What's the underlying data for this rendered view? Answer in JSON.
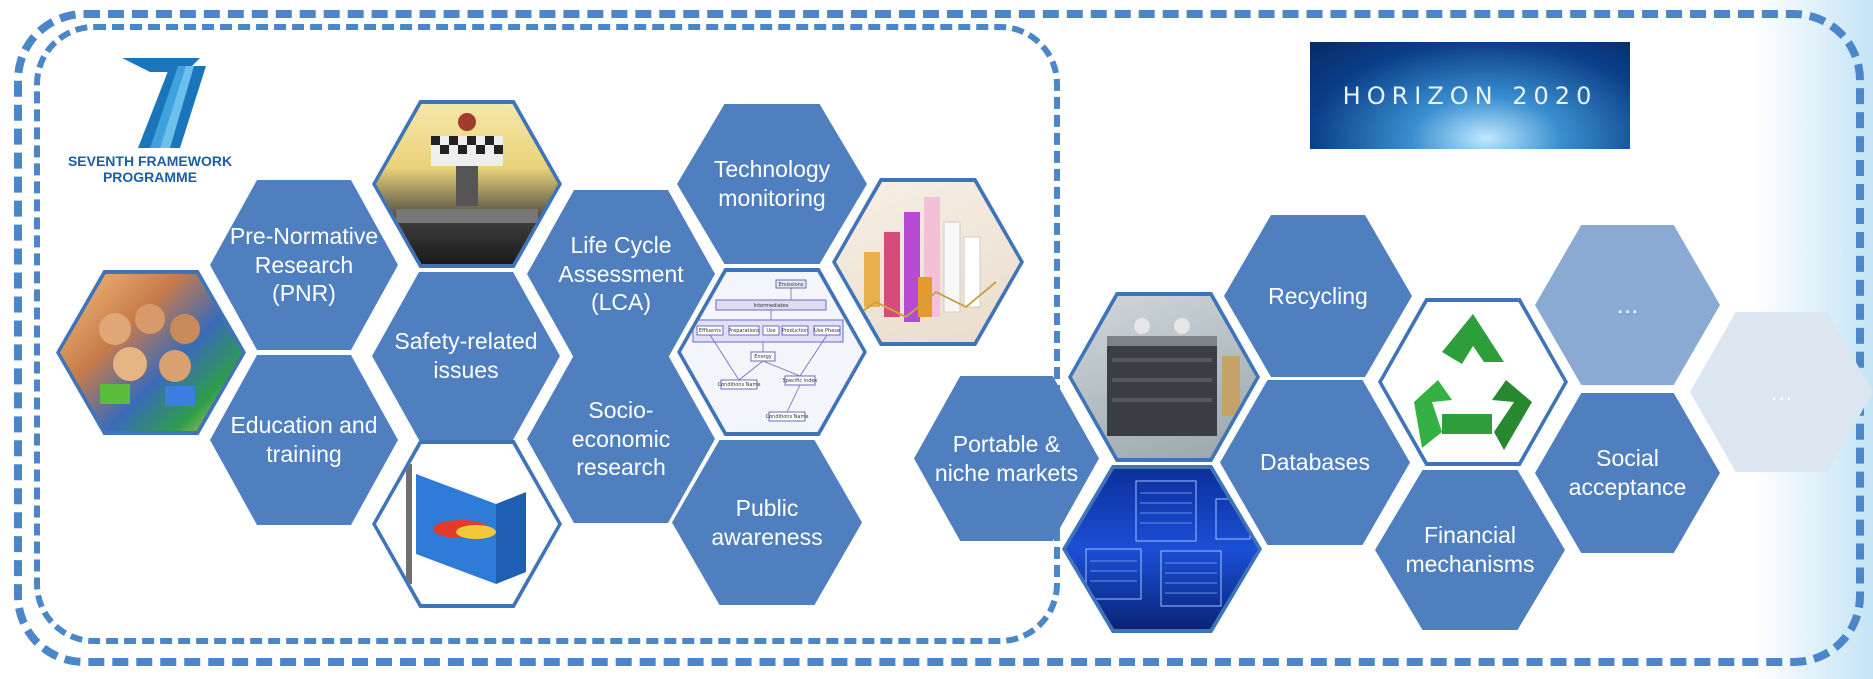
{
  "logos": {
    "fp7": {
      "line1": "SEVENTH FRAMEWORK",
      "line2": "PROGRAMME"
    },
    "horizon": {
      "text": "HORIZON 2020"
    }
  },
  "fp7_topics": {
    "pnr": "Pre-Normative Research (PNR)",
    "education": "Education and training",
    "safety": "Safety-related issues",
    "lca": "Life Cycle Assessment (LCA)",
    "socio": "Socio-economic research",
    "tech_monitoring": "Technology monitoring",
    "public_awareness": "Public awareness"
  },
  "h2020_topics": {
    "portable": "Portable & niche markets",
    "recycling": "Recycling",
    "databases": "Databases",
    "financial": "Financial mechanisms",
    "social": "Social acceptance",
    "more1": "…",
    "more2": "…"
  },
  "lca_chart": {
    "nodes": [
      "Emissions",
      "Intermediates",
      "Effluents",
      "Preparations",
      "Use",
      "Production",
      "Use Phase",
      "Energy",
      "Conditions Name",
      "Specific index",
      "Conditions Name"
    ]
  },
  "colors": {
    "hex_fill": "#4f7fbf",
    "frame": "#4a86c8",
    "hex_light": "#8aaad4",
    "hex_lighter": "#dce6f1"
  }
}
